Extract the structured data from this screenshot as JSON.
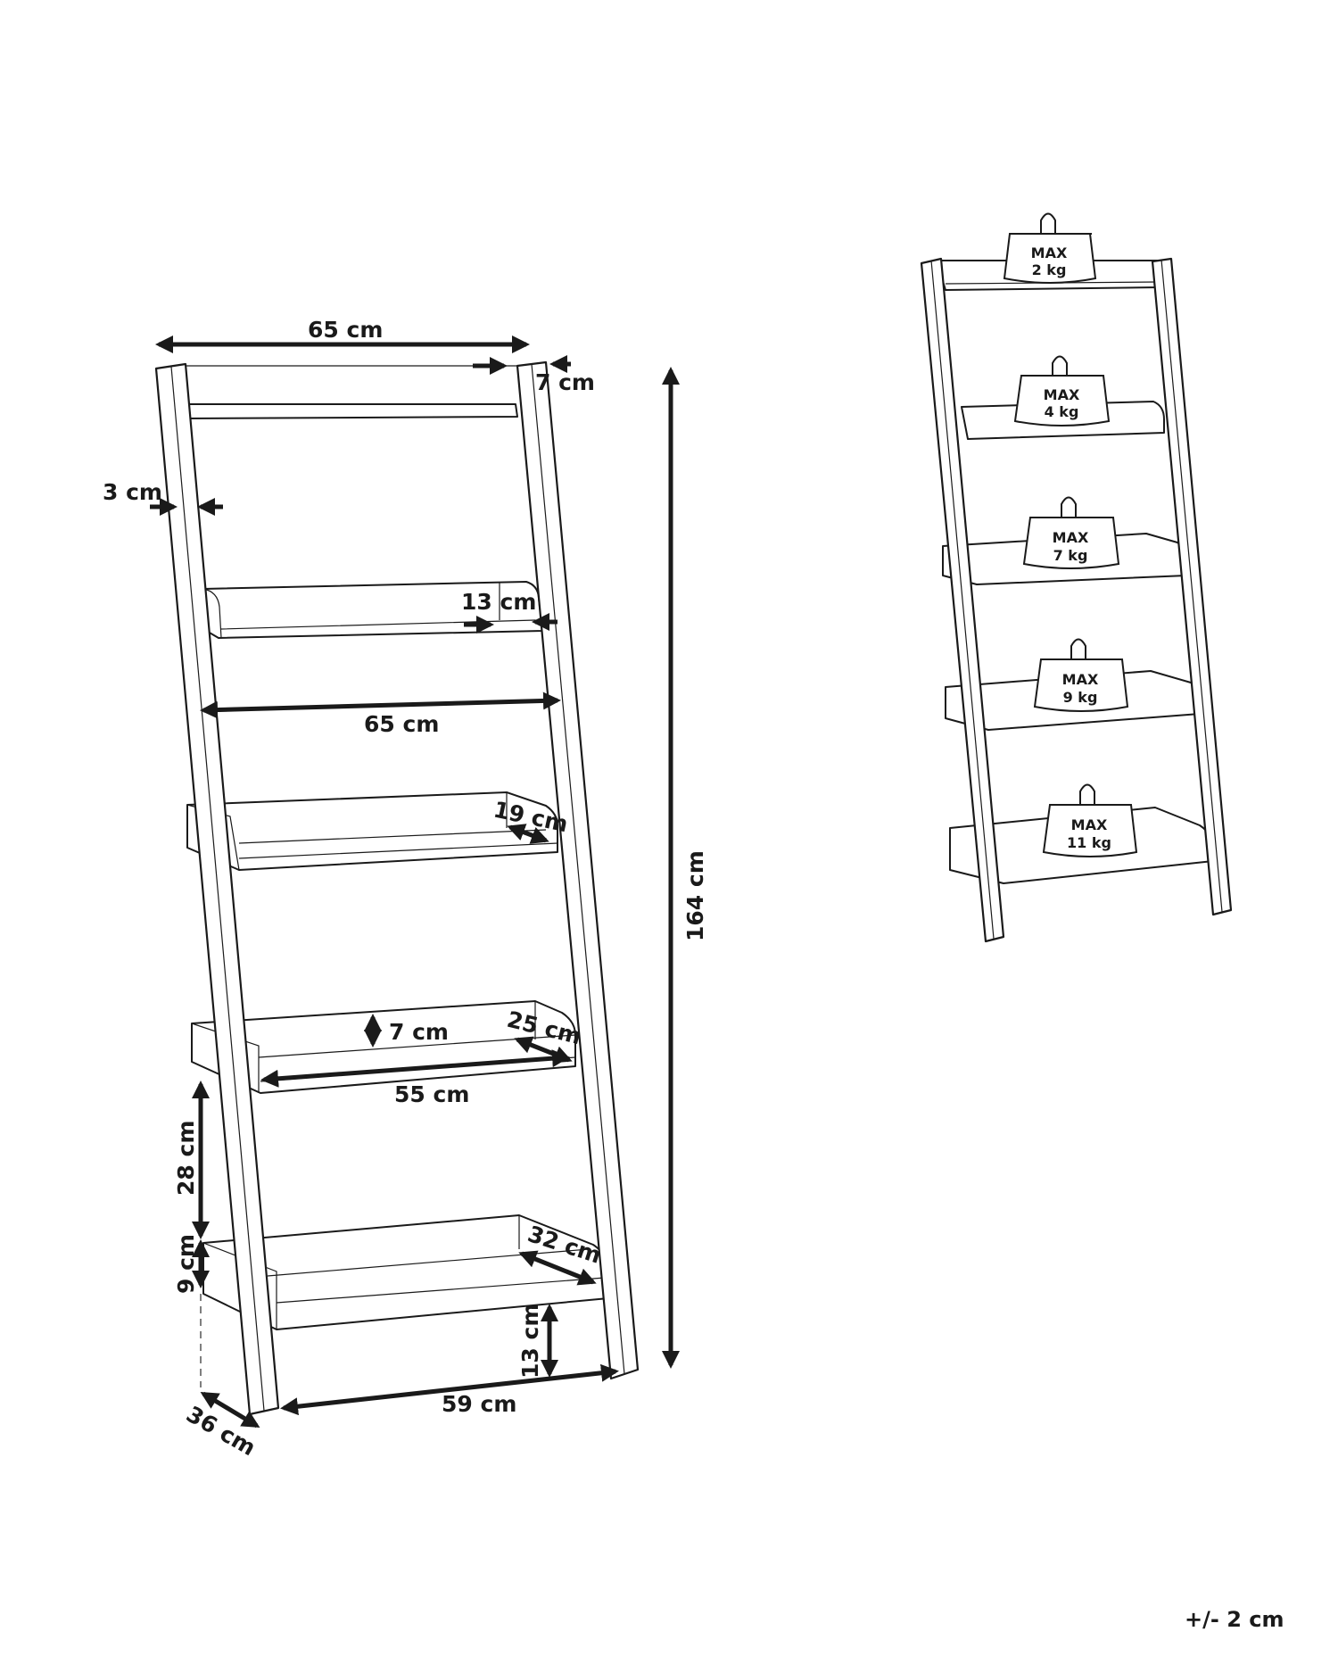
{
  "diagram": {
    "subject": "leaning ladder shelf with 5 shelves",
    "main_view": {
      "dimensions": {
        "top_width": "65 cm",
        "rail_depth_top": "7 cm",
        "rail_thickness": "3 cm",
        "shelf2_lip_depth": "13 cm",
        "mid_width": "65 cm",
        "shelf3_depth": "19 cm",
        "shelf4_lip_height": "7 cm",
        "shelf4_depth": "25 cm",
        "shelf4_width": "55 cm",
        "shelf_spacing": "28 cm",
        "bottom_shelf_height": "9 cm",
        "bottom_shelf_depth": "32 cm",
        "ground_clearance": "13 cm",
        "base_width": "59 cm",
        "base_depth": "36 cm",
        "total_height": "164 cm"
      }
    },
    "load_view": {
      "weights": [
        {
          "line1": "MAX",
          "line2": "2 kg"
        },
        {
          "line1": "MAX",
          "line2": "4 kg"
        },
        {
          "line1": "MAX",
          "line2": "7 kg"
        },
        {
          "line1": "MAX",
          "line2": "9 kg"
        },
        {
          "line1": "MAX",
          "line2": "11 kg"
        }
      ]
    },
    "tolerance": "+/- 2 cm"
  }
}
